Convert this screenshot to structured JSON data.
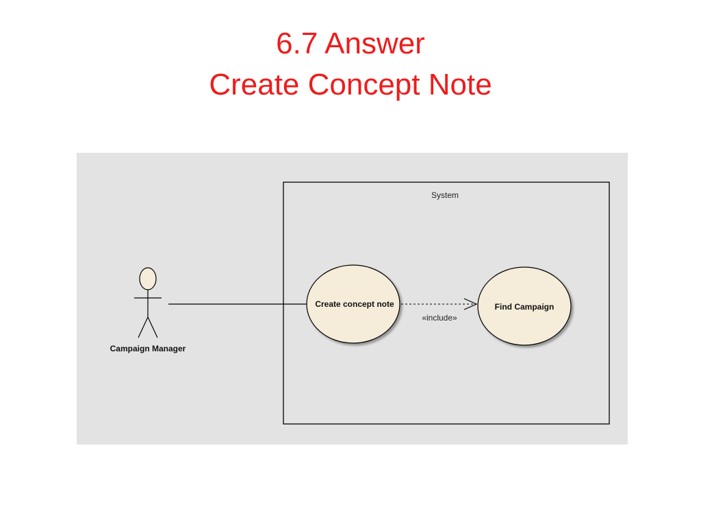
{
  "slide": {
    "title_line1": "6.7 Answer",
    "title_line2": "Create Concept Note"
  },
  "diagram": {
    "system_label": "System",
    "actor": {
      "name": "Campaign Manager"
    },
    "use_cases": [
      {
        "label": "Create concept note"
      },
      {
        "label": "Find Campaign"
      }
    ],
    "relationship": {
      "stereotype": "«include»"
    }
  },
  "colors": {
    "title": "#ee1c1c",
    "diagram_background": "#e3e3e3",
    "use_case_fill": "#f5ecd9",
    "line": "#000000"
  }
}
